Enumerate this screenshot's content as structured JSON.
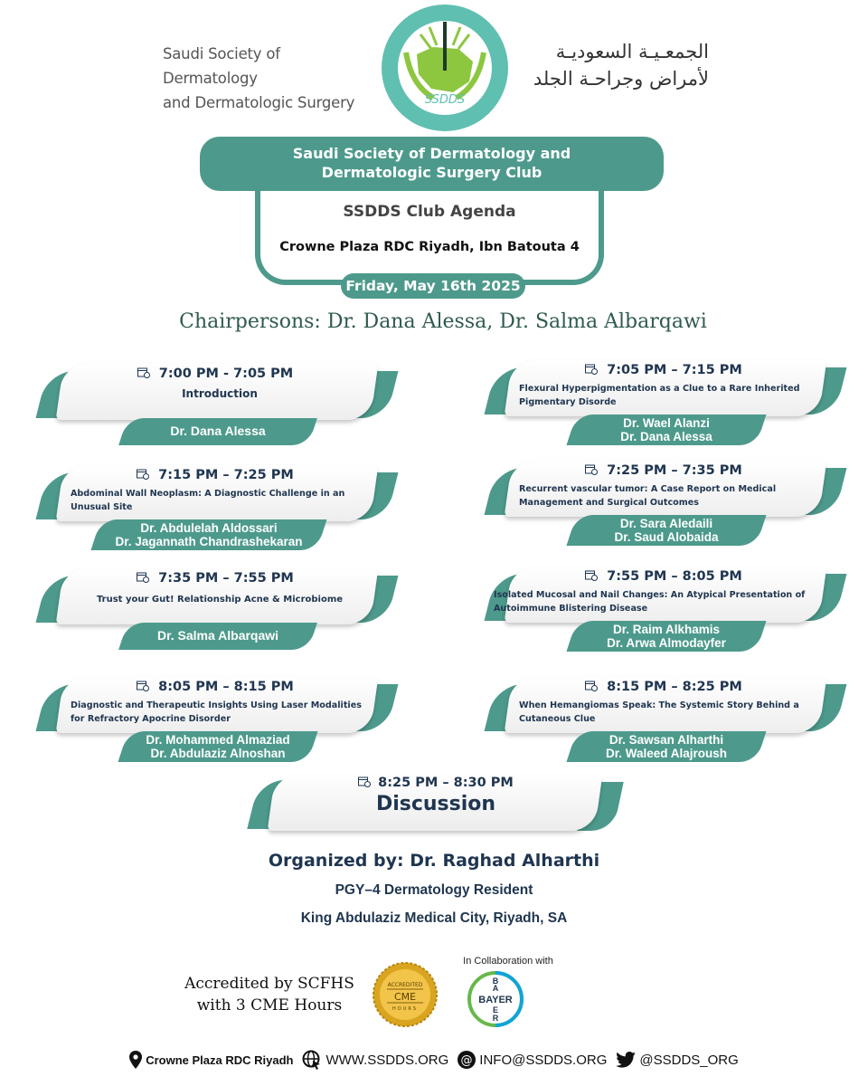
{
  "header": {
    "org_name_en": [
      "Saudi Society of Dermatology",
      "and Dermatologic Surgery"
    ],
    "org_name_ar": [
      "الجمعـيـة السعوديـة",
      "لأمراض وجراحـة الجلد"
    ],
    "logo_text": "SSDDS",
    "logo_ring_text": "Saudi Society of Dermatology and Dermatologic Surgery"
  },
  "title_block": {
    "banner_line1": "Saudi Society of Dermatology and",
    "banner_line2": "Dermatologic Surgery Club",
    "agenda_title": "SSDDS Club Agenda",
    "venue": "Crowne Plaza RDC Riyadh, Ibn Batouta 4",
    "date": "Friday, May 16th 2025"
  },
  "chairpersons": "Chairpersons: Dr. Dana Alessa, Dr. Salma Albarqawi",
  "sessions": [
    {
      "time": "7:00 PM - 7:05 PM",
      "topic": "Introduction",
      "speakers": [
        "Dr. Dana Alessa"
      ]
    },
    {
      "time": "7:05 PM – 7:15 PM",
      "topic": "Flexural Hyperpigmentation as a Clue to a Rare Inherited Pigmentary Disorde",
      "speakers": [
        "Dr. Wael Alanzi",
        "Dr. Dana Alessa"
      ]
    },
    {
      "time": "7:15 PM – 7:25 PM",
      "topic": "Abdominal Wall  Neoplasm: A Diagnostic Challenge in an Unusual Site",
      "speakers": [
        "Dr. Abdulelah Aldossari",
        "Dr. Jagannath Chandrashekaran"
      ]
    },
    {
      "time": "7:25 PM – 7:35 PM",
      "topic": "Recurrent vascular tumor: A Case Report on Medical Management and Surgical Outcomes",
      "speakers": [
        "Dr. Sara Aledaili",
        "Dr. Saud Alobaida"
      ]
    },
    {
      "time": "7:35 PM – 7:55 PM",
      "topic": "Trust your Gut! Relationship Acne & Microbiome",
      "speakers": [
        "Dr. Salma Albarqawi"
      ]
    },
    {
      "time": "7:55 PM – 8:05 PM",
      "topic": "Isolated Mucosal and Nail Changes: An Atypical Presentation of Autoimmune Blistering Disease",
      "speakers": [
        "Dr. Raim Alkhamis",
        "Dr. Arwa Almodayfer"
      ]
    },
    {
      "time": "8:05 PM – 8:15 PM",
      "topic": "Diagnostic and Therapeutic Insights Using Laser Modalities for Refractory Apocrine Disorder",
      "speakers": [
        "Dr. Mohammed Almaziad",
        "Dr. Abdulaziz Alnoshan"
      ]
    },
    {
      "time": "8:15 PM – 8:25 PM",
      "topic": "When Hemangiomas Speak: The Systemic Story Behind a Cutaneous Clue",
      "speakers": [
        "Dr. Sawsan Alharthi",
        "Dr. Waleed Alajroush"
      ]
    }
  ],
  "discussion": {
    "time": "8:25 PM –  8:30 PM",
    "label": "Discussion"
  },
  "organizer": {
    "name": "Organized by: Dr. Raghad Alharthi",
    "role": "PGY–4 Dermatology Resident",
    "institution": "King Abdulaziz Medical City, Riyadh, SA"
  },
  "accreditation": {
    "line1": "Accredited by SCFHS",
    "line2": "with 3 CME Hours",
    "superscript": "3",
    "badge_top": "ACCREDITED",
    "badge_mid": "CME",
    "badge_bottom": "HOURS"
  },
  "collaboration": {
    "label": "In Collaboration with",
    "partner": "BAYER"
  },
  "footer": {
    "location": "Crowne Plaza RDC Riyadh",
    "website": "WWW.SSDDS.ORG",
    "email": "INFO@SSDDS.ORG",
    "twitter": "@SSDDS_ORG"
  },
  "colors": {
    "teal": "#4d9a8c",
    "navy": "#1f3550",
    "lime": "#8dc63f"
  }
}
